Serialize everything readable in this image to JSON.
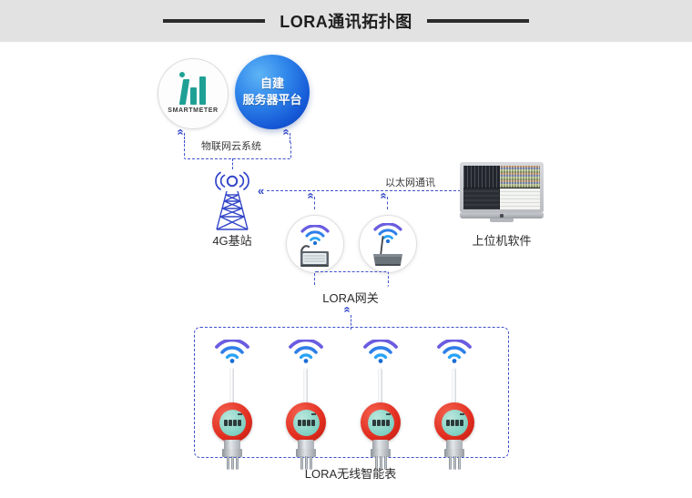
{
  "header": {
    "title": "LORA通讯拓扑图",
    "rule_color": "#2b2b2b",
    "band_color": "#e2e2e2"
  },
  "colors": {
    "link": "#3e52cc",
    "arrow": "#3245c8",
    "sphere_blue": "#1558d6",
    "logo_teal": "#1fa095",
    "meter_red": "#e02b1d",
    "meter_face": "#7fd0c2",
    "wifi_blue": "#29a3f5",
    "wifi_purple": "#6a5ce0"
  },
  "nodes": {
    "cloud_logo": {
      "name": "SMARTMETER",
      "icon": "bar-chart-logo-icon"
    },
    "server_platform": {
      "line1": "自建",
      "line2": "服务器平台",
      "icon": "blue-sphere-icon"
    },
    "base_station": {
      "caption": "4G基站",
      "icon": "cell-tower-icon"
    },
    "host_software": {
      "caption": "上位机软件",
      "icon": "desktop-monitor-icon"
    },
    "gateway": {
      "caption": "LORA网关",
      "devices": [
        {
          "icon": "lora-gateway-display-icon"
        },
        {
          "icon": "lora-gateway-router-icon"
        }
      ]
    },
    "meters": {
      "caption": "LORA无线智能表",
      "count": 4,
      "icon": "wireless-smart-meter-icon"
    }
  },
  "links": {
    "iot_cloud": "物联网云系统",
    "ethernet": "以太网通讯"
  },
  "arrows": {
    "double_left": "«",
    "double_right": "»",
    "double_up": "»"
  }
}
